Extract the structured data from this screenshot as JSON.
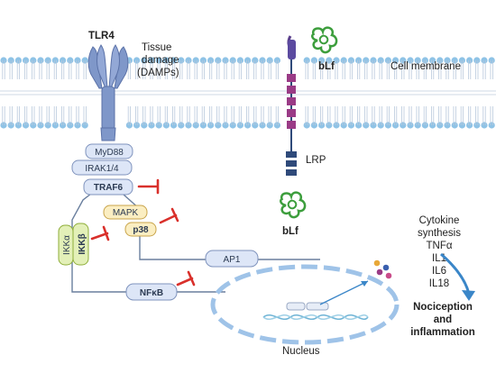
{
  "labels": {
    "tlr4": "TLR4",
    "tissue_damage": [
      "Tissue",
      "damage",
      "(DAMPs)"
    ],
    "blf_top": "bLf",
    "cell_membrane": "Cell membrane",
    "lrp": "LRP",
    "blf_bottom": "bLf",
    "myd88": "MyD88",
    "irak": "IRAK1/4",
    "traf6": "TRAF6",
    "mapk": "MAPK",
    "p38": "p38",
    "ikka": "IKKα",
    "ikkb": "IKKβ",
    "ap1": "AP1",
    "nfkb": "NFκB",
    "cytokine_lines": [
      "Cytokine",
      "synthesis",
      "TNFα",
      "IL1",
      "IL6",
      "IL18"
    ],
    "outcome_lines": [
      "Nociception",
      "and",
      "inflammation"
    ],
    "nucleus": "Nucleus"
  },
  "colors": {
    "membrane_head": "#8fc3e6",
    "receptor_blue": "#7f97c9",
    "box_fill": "#dde6f7",
    "box_stroke": "#7f93bd",
    "mapk_fill": "#fbeec2",
    "mapk_stroke": "#c9a44a",
    "ikk_fill": "#e3f0b8",
    "ikk_stroke": "#8fae3a",
    "inhibitor_red": "#d9302b",
    "blf_green": "#3d9e3d",
    "lrp_purple": "#9a3b86",
    "lrp_navy": "#2f4a7a",
    "nucleus_blue": "#9fc3e8",
    "arrow_blue": "#3a86c8"
  }
}
